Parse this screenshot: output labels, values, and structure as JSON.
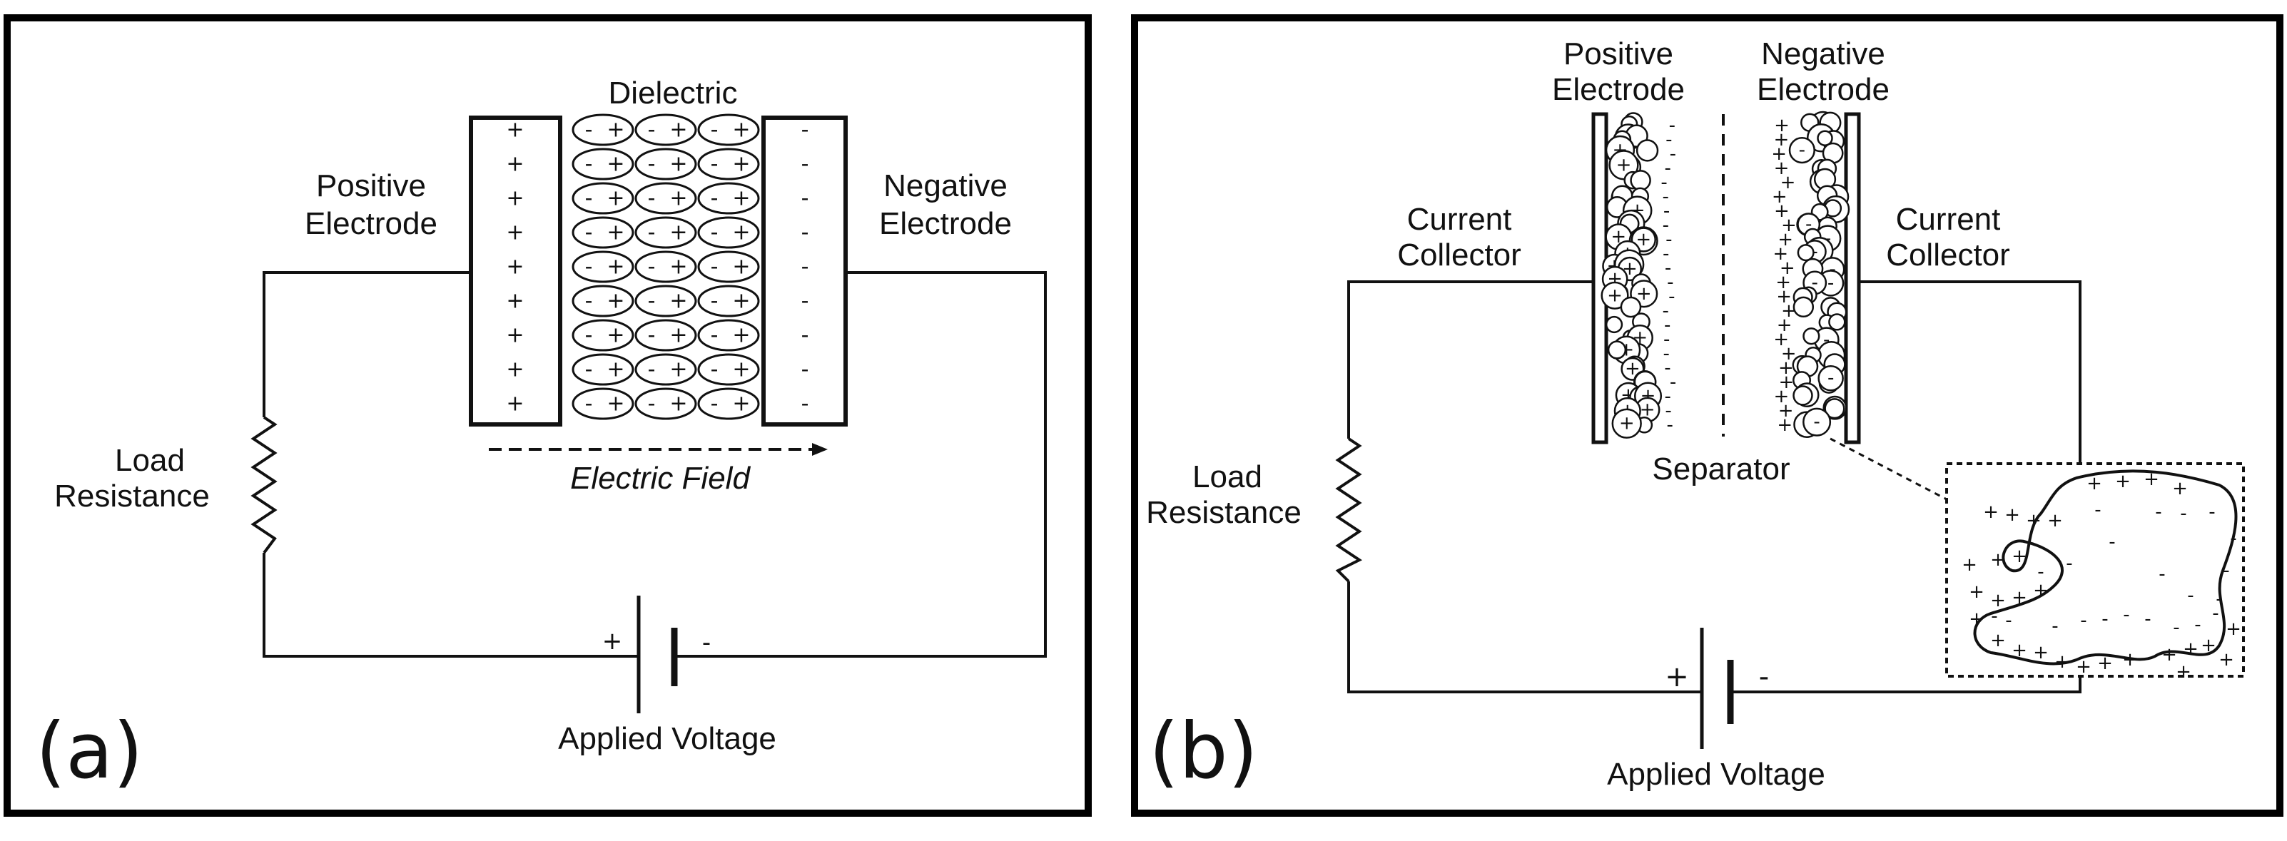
{
  "panel_a": {
    "label": "(a)",
    "dielectric": "Dielectric",
    "positive_electrode": [
      "Positive",
      "Electrode"
    ],
    "negative_electrode": [
      "Negative",
      "Electrode"
    ],
    "load_resistance": [
      "Load",
      "Resistance"
    ],
    "electric_field": "Electric Field",
    "applied_voltage": "Applied Voltage",
    "battery_plus": "+",
    "battery_minus": "-"
  },
  "panel_b": {
    "label": "(b)",
    "positive_electrode": [
      "Positive",
      "Electrode"
    ],
    "negative_electrode": [
      "Negative",
      "Electrode"
    ],
    "current_collector_left": [
      "Current",
      "Collector"
    ],
    "current_collector_right": [
      "Current",
      "Collector"
    ],
    "separator": "Separator",
    "load_resistance": [
      "Load",
      "Resistance"
    ],
    "applied_voltage": "Applied Voltage",
    "battery_plus": "+",
    "battery_minus": "-"
  },
  "symbols": {
    "plus": "+",
    "minus": "-"
  }
}
